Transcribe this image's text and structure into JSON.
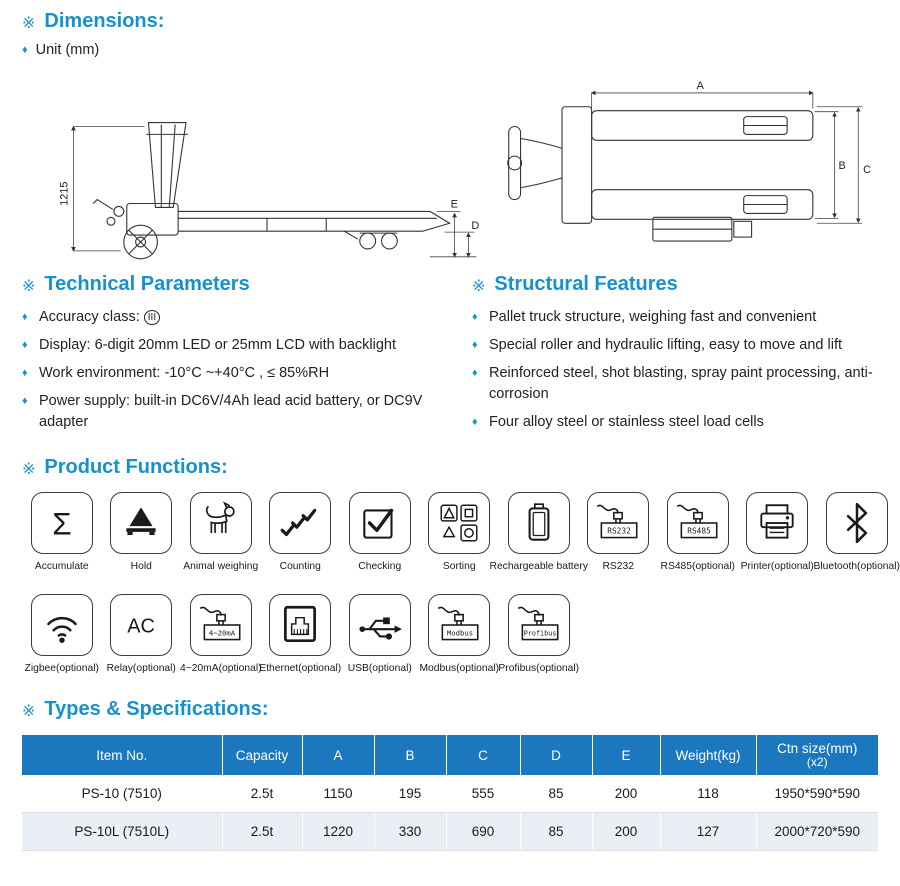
{
  "ui": {
    "marker": "※",
    "bullet": "♦"
  },
  "colors": {
    "accent": "#1591D1",
    "table_header_bg": "#1C78BE",
    "row_alt_bg": "#E9EFF5"
  },
  "dimensions": {
    "title": "Dimensions:",
    "unit_note": "Unit (mm)",
    "side_view": {
      "height_label": "1215",
      "dim_e": "E",
      "dim_d": "D"
    },
    "top_view": {
      "dim_a": "A",
      "dim_b": "B",
      "dim_c": "C"
    }
  },
  "technical_parameters": {
    "title": "Technical Parameters",
    "items": [
      {
        "text": "Accuracy class:",
        "badge": "III"
      },
      {
        "text": "Display: 6-digit 20mm LED or 25mm LCD with backlight"
      },
      {
        "text": "Work environment: -10°C ~+40°C , ≤ 85%RH"
      },
      {
        "text": "Power supply: built-in DC6V/4Ah lead acid battery, or DC9V adapter"
      }
    ]
  },
  "structural_features": {
    "title": "Structural Features",
    "items": [
      "Pallet truck structure, weighing fast and convenient",
      "Special roller and hydraulic lifting, easy to move and lift",
      "Reinforced steel, shot blasting, spray paint processing, anti-corrosion",
      "Four alloy steel or stainless steel load cells"
    ]
  },
  "product_functions": {
    "title": "Product Functions:",
    "row1": [
      {
        "label": "Accumulate",
        "box": "Σ"
      },
      {
        "label": "Hold"
      },
      {
        "label": "Animal weighing"
      },
      {
        "label": "Counting"
      },
      {
        "label": "Checking"
      },
      {
        "label": "Sorting"
      },
      {
        "label": "Rechargeable battery"
      },
      {
        "label": "RS232",
        "box": "RS232"
      },
      {
        "label": "RS485(optional)",
        "box": "RS485"
      },
      {
        "label": "Printer(optional)"
      },
      {
        "label": "Bluetooth(optional)"
      }
    ],
    "row2": [
      {
        "label": "Zigbee(optional)"
      },
      {
        "label": "Relay(optional)",
        "box": "AC"
      },
      {
        "label": "4~20mA(optional)",
        "box": "4~20mA"
      },
      {
        "label": "Ethernet(optional)"
      },
      {
        "label": "USB(optional)"
      },
      {
        "label": "Modbus(optional)",
        "box": "Modbus"
      },
      {
        "label": "Profibus(optional)",
        "box": "Profibus"
      }
    ]
  },
  "specifications": {
    "title": "Types & Specifications:",
    "columns": [
      "Item No.",
      "Capacity",
      "A",
      "B",
      "C",
      "D",
      "E",
      "Weight(kg)"
    ],
    "last_column": {
      "line1": "Ctn size(mm)",
      "line2": "(x2)"
    },
    "rows": [
      [
        "PS-10 (7510)",
        "2.5t",
        "1150",
        "195",
        "555",
        "85",
        "200",
        "118",
        "1950*590*590"
      ],
      [
        "PS-10L (7510L)",
        "2.5t",
        "1220",
        "330",
        "690",
        "85",
        "200",
        "127",
        "2000*720*590"
      ]
    ]
  }
}
